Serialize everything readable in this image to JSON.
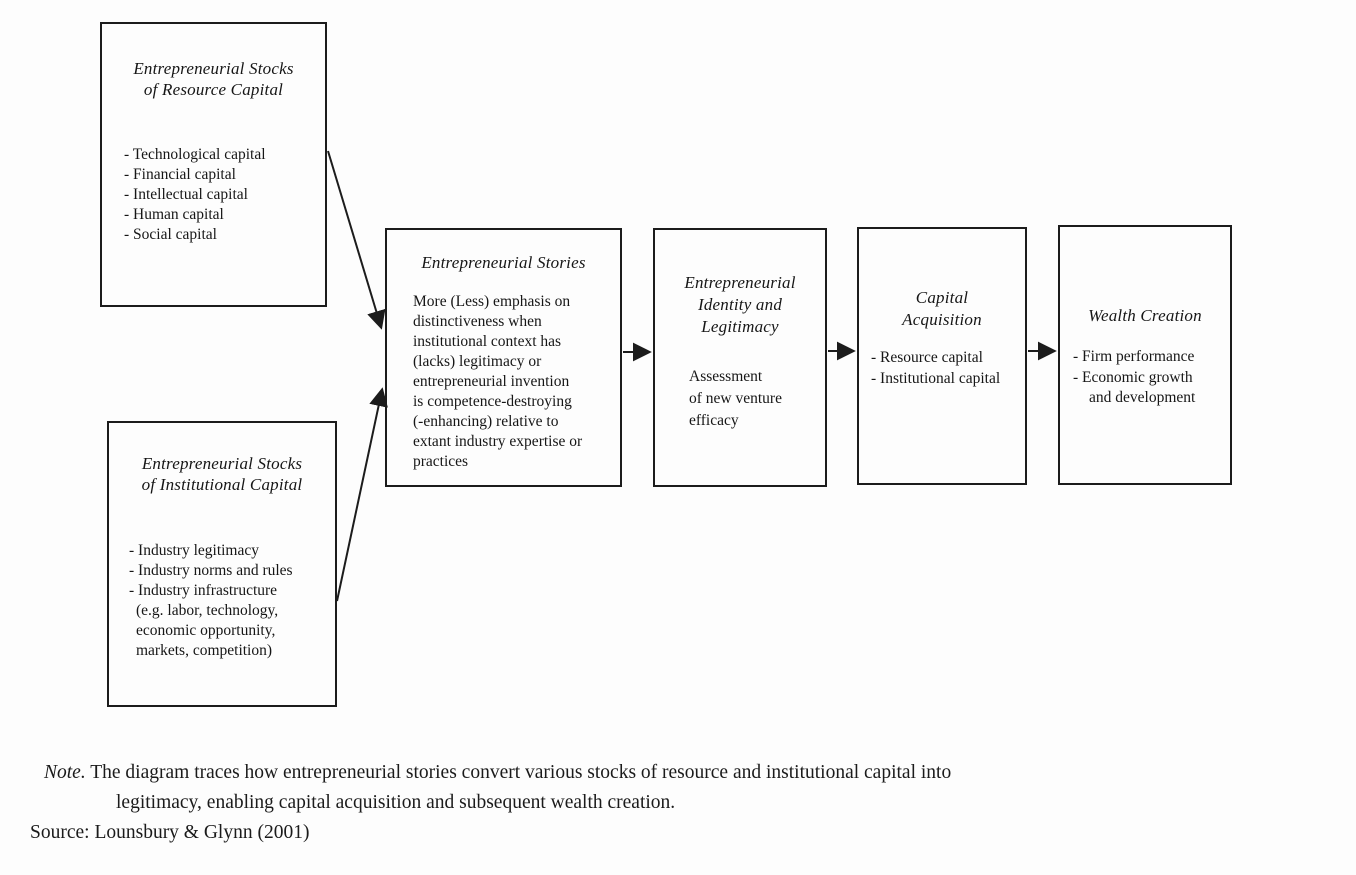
{
  "boxes": {
    "resource": {
      "title": [
        "Entrepreneurial Stocks",
        "of Resource Capital"
      ],
      "items": [
        "- Technological capital",
        "- Financial capital",
        "- Intellectual capital",
        "- Human capital",
        "- Social capital"
      ]
    },
    "institutional": {
      "title": [
        "Entrepreneurial Stocks",
        "of Institutional Capital"
      ],
      "items": [
        "- Industry legitimacy",
        "- Industry norms and rules",
        "- Industry infrastructure",
        "(e.g. labor, technology,",
        "economic opportunity,",
        "markets, competition)"
      ]
    },
    "stories": {
      "title": "Entrepreneurial Stories",
      "body": [
        "More (Less) emphasis on",
        "distinctiveness when",
        "institutional context has",
        "(lacks) legitimacy or",
        "entrepreneurial invention",
        "is competence-destroying",
        "(-enhancing) relative to",
        "extant industry expertise or",
        "practices"
      ]
    },
    "identity": {
      "title": [
        "Entrepreneurial",
        "Identity and",
        "Legitimacy"
      ],
      "body": [
        "Assessment",
        "of new venture",
        "efficacy"
      ]
    },
    "capital": {
      "title": [
        "Capital",
        "Acquisition"
      ],
      "items": [
        "- Resource capital",
        "- Institutional capital"
      ]
    },
    "wealth": {
      "title": "Wealth Creation",
      "items": [
        "- Firm performance",
        "- Economic growth",
        "and development"
      ]
    }
  },
  "note": {
    "label": "Note.",
    "line1": " The diagram traces how entrepreneurial stories convert various stocks of resource and institutional capital into",
    "line2": "legitimacy, enabling capital acquisition and subsequent wealth creation.",
    "source": "Source: Lounsbury & Glynn (2001)"
  },
  "colors": {
    "ink": "#1c1c1c",
    "background": "#fdfdfd"
  }
}
